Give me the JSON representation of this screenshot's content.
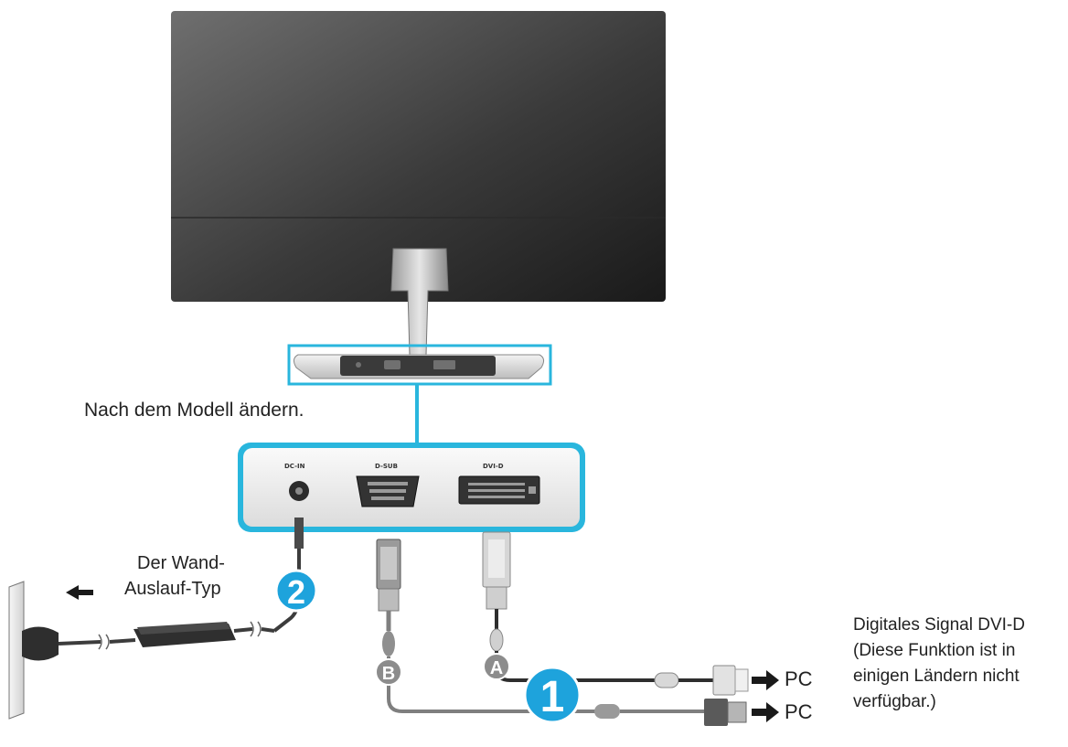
{
  "caption_model": "Nach dem Modell ändern.",
  "wall_type": [
    "Der Wand-",
    "Auslauf-Typ"
  ],
  "ports": {
    "dc_in": "DC-IN",
    "d_sub": "D-SUB",
    "dvi_d": "DVI-D"
  },
  "badges": {
    "one": "1",
    "two": "2",
    "a": "A",
    "b": "B"
  },
  "pc_label": "PC",
  "note": [
    "Digitales Signal DVI-D",
    "(Diese Funktion ist in",
    "einigen Ländern nicht",
    "verfügbar.)"
  ],
  "colors": {
    "accent": "#29b6dd",
    "badge_blue": "#1ea3dc",
    "badge_gray": "#8c8c8c",
    "monitor_dark": "#1d1d1d",
    "monitor_light": "#6e6e6e"
  }
}
